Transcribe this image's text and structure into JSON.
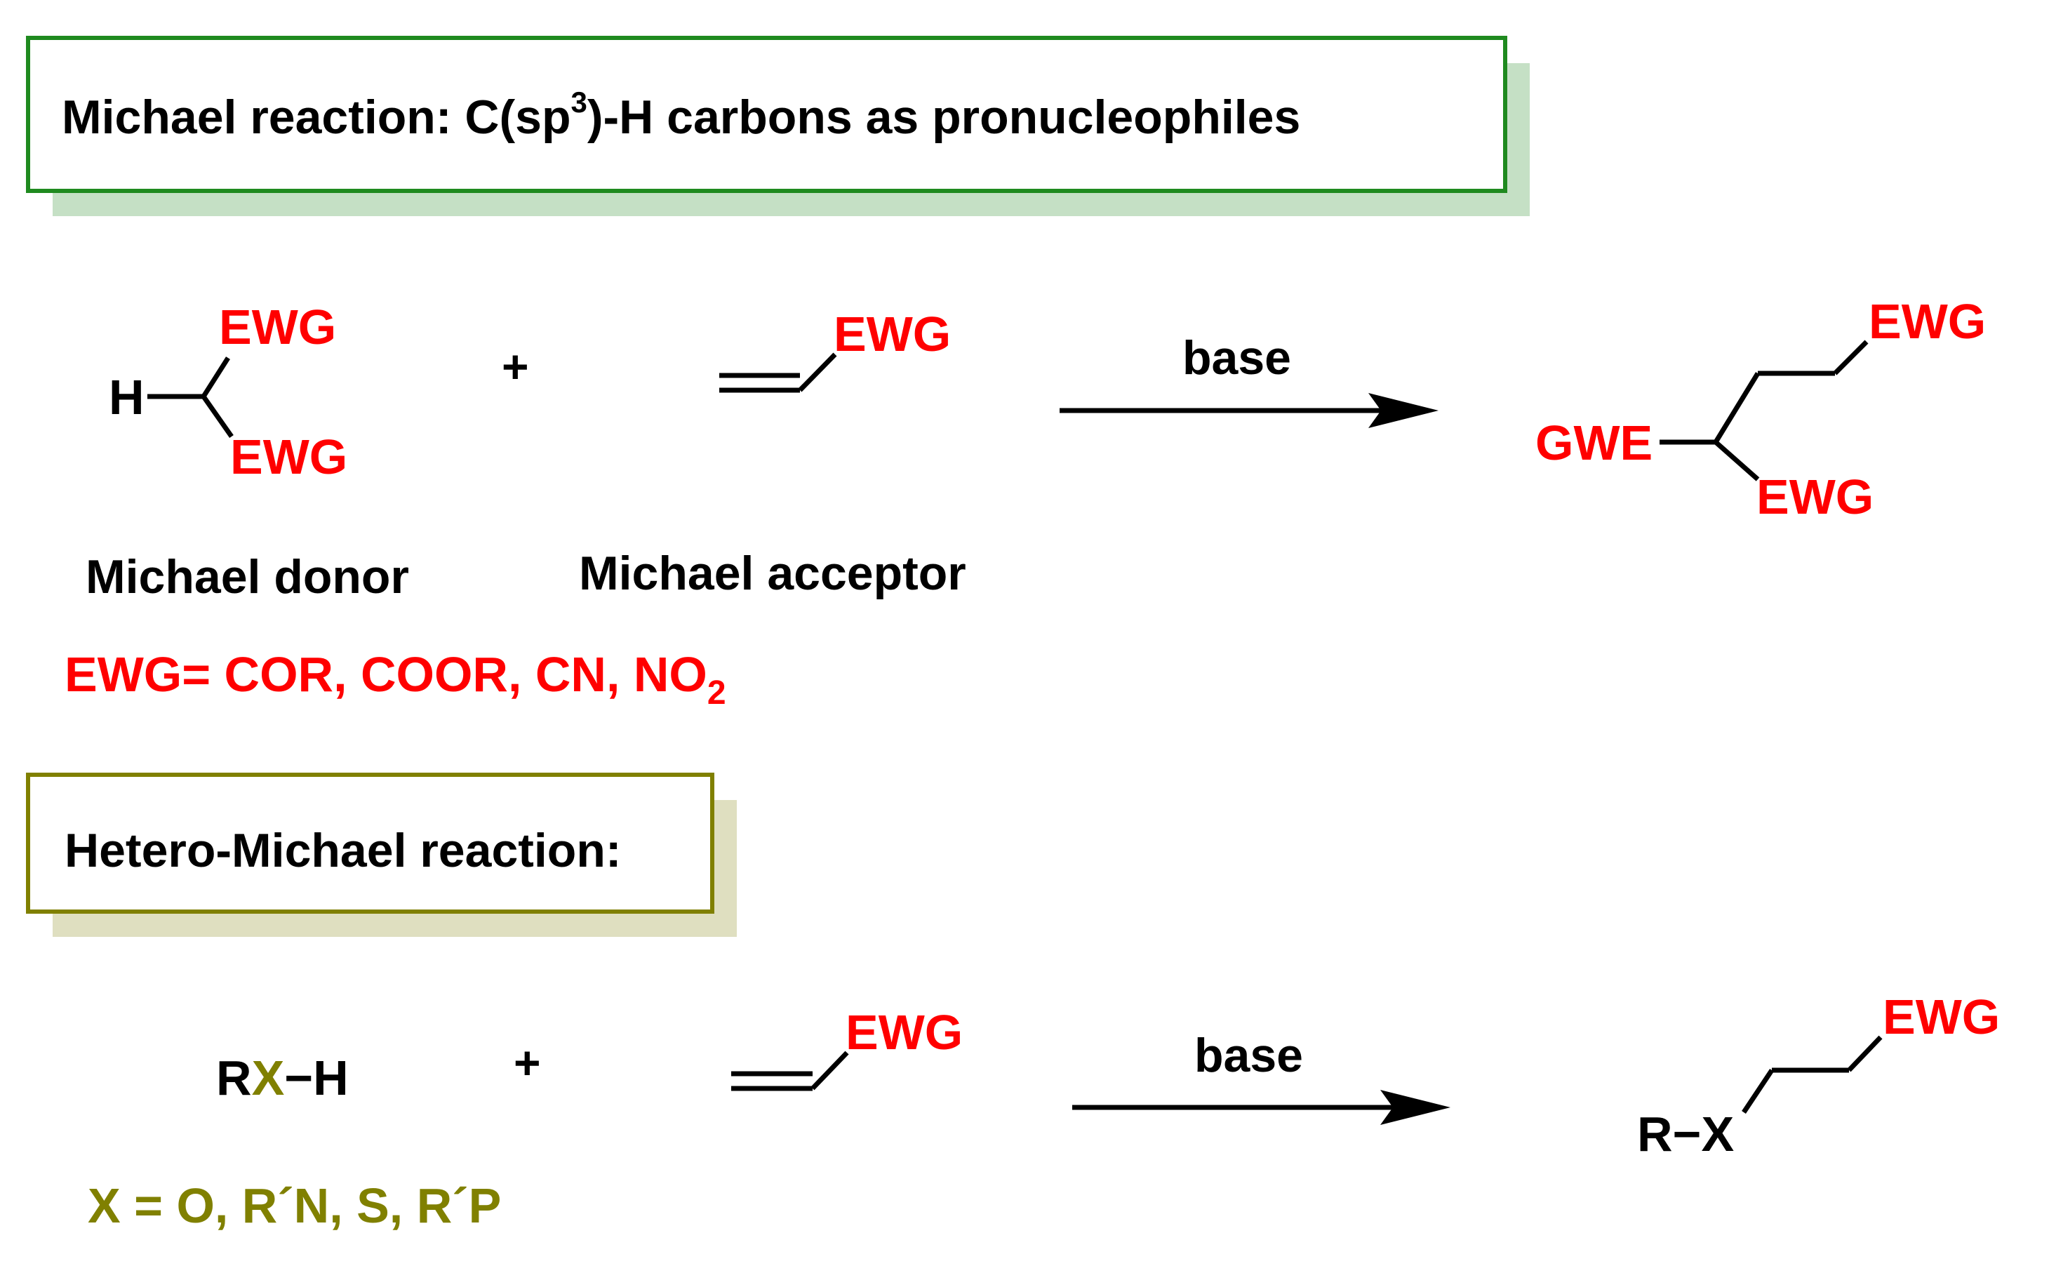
{
  "colors": {
    "ewg": "#ff0000",
    "black": "#000000",
    "green_border": "#1f8a1f",
    "green_shadow": "#c5e0c5",
    "olive": "#808000",
    "olive_shadow": "#dfdfc0"
  },
  "section1": {
    "title_prefix": "Michael reaction: C(sp",
    "title_sup": "3",
    "title_suffix": ")-H carbons as pronucleophiles",
    "donor": {
      "h": "H",
      "ewg_top": "EWG",
      "ewg_bottom": "EWG",
      "label": "Michael donor"
    },
    "plus": "+",
    "acceptor": {
      "ewg": "EWG",
      "label": "Michael acceptor"
    },
    "arrow_label": "base",
    "product": {
      "ewg_top": "EWG",
      "gwe": "GWE",
      "ewg_bottom": "EWG"
    },
    "ewg_def_prefix": "EWG= COR, COOR, CN, NO",
    "ewg_def_sub": "2"
  },
  "section2": {
    "title": "Hetero-Michael reaction:",
    "nucleophile": {
      "r": "R",
      "x": "X",
      "dash_h": "−H"
    },
    "plus": "+",
    "acceptor": {
      "ewg": "EWG"
    },
    "arrow_label": "base",
    "product": {
      "r_dash": "R−",
      "x": "X",
      "ewg": "EWG"
    },
    "x_def": "X = O, R´N, S, R´P"
  }
}
